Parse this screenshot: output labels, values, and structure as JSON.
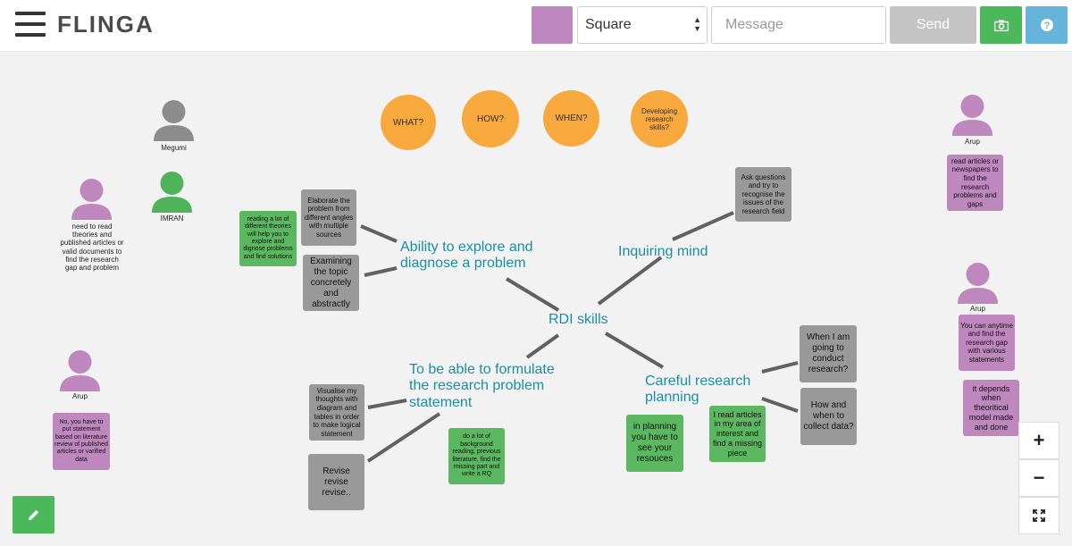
{
  "app": {
    "logo": "FLINGA"
  },
  "toolbar": {
    "color": "#be88bf",
    "shape_value": "Square",
    "message_placeholder": "Message",
    "send_label": "Send",
    "send_color": "#c4c4c4",
    "camera_color": "#4cb85c",
    "help_color": "#66b3dc"
  },
  "palette": {
    "orange": "#f7a93e",
    "green": "#5bb760",
    "gray": "#999999",
    "purple": "#be88bf",
    "teal_text": "#1b8ea5",
    "line": "#616161"
  },
  "circles": [
    "WHAT?",
    "HOW?",
    "WHEN?",
    "Developing research skills?"
  ],
  "mindmap": {
    "center": "RDI skills",
    "branches": [
      "Ability to explore and diagnose a problem",
      "Inquiring mind",
      "To be able to formulate the research problem statement",
      "Careful research planning"
    ]
  },
  "gray_notes": [
    "Elaborate the problem from different angles with multiple sources",
    "Examining the topic concretely and abstractly",
    "Ask questions and try to recognise the issues of the research field",
    "Visualise my thoughts with diagram and tables in order to make logical statement",
    "Revise revise revise..",
    "When I am going to conduct research?",
    "How and when to collect data?"
  ],
  "green_notes": [
    "reading a lot of different theories will help you to explore and dignose problems and find solutions",
    "do a lot of background reading, previous literature, find the missing part and write a RQ",
    "in planning you have to see your resouces",
    "I read articles in my area of interest and find a missing piece"
  ],
  "purple_notes": [
    "read articles or newspapers to find the research problems and gaps",
    "You can anytime and find the research gap with various statements",
    "it depends when theoritical model made and done",
    "No, you have to put statement based on literature review of published articles or varified data"
  ],
  "users": [
    {
      "name": "Megumi",
      "color": "#8c8c8c"
    },
    {
      "name": "IMRAN",
      "color": "#4fb35a"
    },
    {
      "name": "Arup",
      "color": "#be88bf"
    },
    {
      "name": "Arup",
      "color": "#be88bf"
    },
    {
      "name": "Arup",
      "color": "#be88bf"
    },
    {
      "name": "",
      "color": "#be88bf"
    }
  ],
  "free_text": "need to read theories and published articles or valid documents to find the research gap and problem",
  "controls": {
    "zoom_in": "+",
    "zoom_out": "−",
    "pencil_color": "#4cb85c"
  }
}
